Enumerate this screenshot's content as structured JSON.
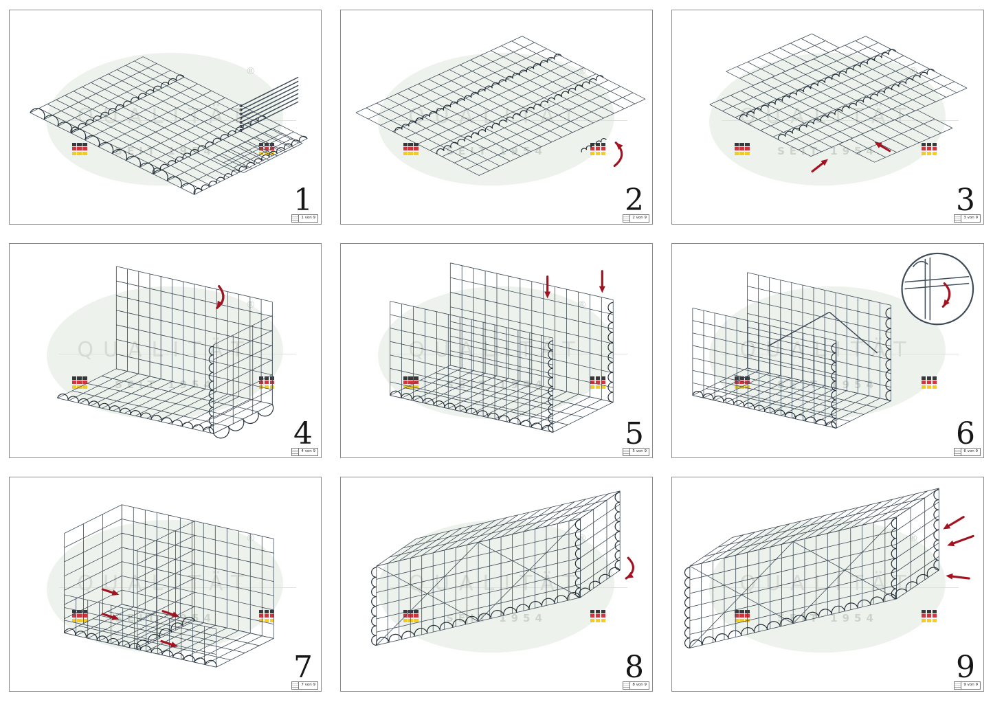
{
  "watermark": {
    "word": "QUALITÄT",
    "subline": "SEIT 1954",
    "registered": "®"
  },
  "colors": {
    "mesh_line": "#3d4a57",
    "arrow_red": "#a31220",
    "flag_black": "#18181a",
    "flag_red": "#c9151e",
    "flag_gold": "#f5c400"
  },
  "steps": [
    {
      "number": "1",
      "sheet": "1 von 9"
    },
    {
      "number": "2",
      "sheet": "2 von 9"
    },
    {
      "number": "3",
      "sheet": "3 von 9"
    },
    {
      "number": "4",
      "sheet": "4 von 9"
    },
    {
      "number": "5",
      "sheet": "5 von 9"
    },
    {
      "number": "6",
      "sheet": "6 von 9"
    },
    {
      "number": "7",
      "sheet": "7 von 9"
    },
    {
      "number": "8",
      "sheet": "8 von 9"
    },
    {
      "number": "9",
      "sheet": "9 von 9"
    }
  ]
}
